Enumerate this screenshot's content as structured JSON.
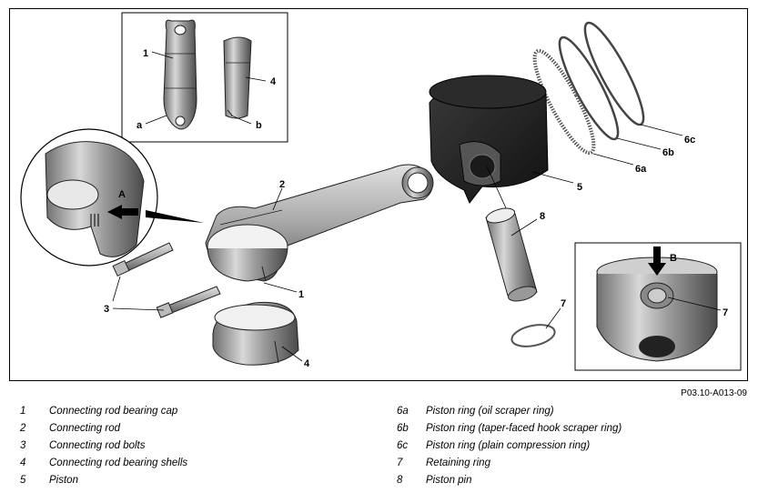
{
  "callouts": {
    "c1_inset": "1",
    "c4_inset": "4",
    "ca": "a",
    "cb": "b",
    "c6c": "6c",
    "c6b": "6b",
    "c6a": "6a",
    "c5": "5",
    "c2": "2",
    "cA": "A",
    "c8": "8",
    "c3": "3",
    "c1": "1",
    "c4": "4",
    "c7": "7",
    "cB": "B",
    "c7_inset": "7"
  },
  "reference_code": "P03.10-A013-09",
  "legend_left": [
    {
      "num": "1",
      "text": "Connecting rod bearing cap"
    },
    {
      "num": "2",
      "text": "Connecting rod"
    },
    {
      "num": "3",
      "text": "Connecting rod bolts"
    },
    {
      "num": "4",
      "text": "Connecting rod bearing shells"
    },
    {
      "num": "5",
      "text": "Piston"
    }
  ],
  "legend_right": [
    {
      "num": "6a",
      "text": "Piston ring (oil scraper ring)"
    },
    {
      "num": "6b",
      "text": "Piston ring (taper-faced hook scraper ring)"
    },
    {
      "num": "6c",
      "text": "Piston ring (plain compression ring)"
    },
    {
      "num": "7",
      "text": "Retaining ring"
    },
    {
      "num": "8",
      "text": "Piston pin"
    }
  ]
}
